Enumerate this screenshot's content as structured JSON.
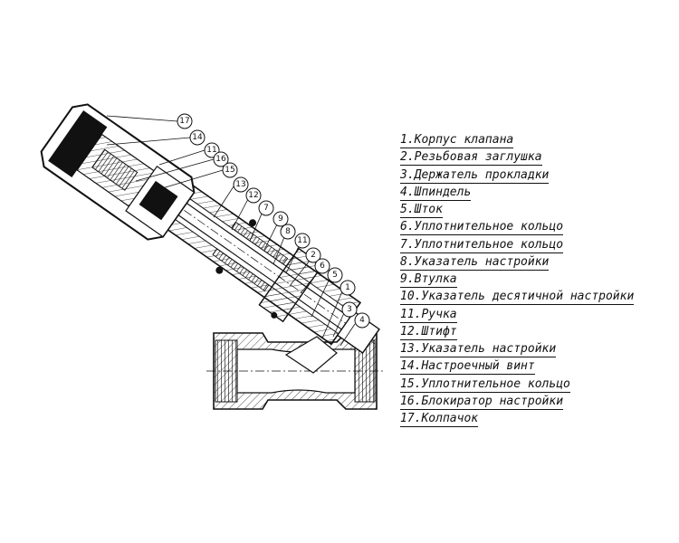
{
  "parts": [
    {
      "num": "1",
      "label": "Корпус клапана"
    },
    {
      "num": "2",
      "label": "Резьбовая заглушка"
    },
    {
      "num": "3",
      "label": "Держатель прокладки"
    },
    {
      "num": "4",
      "label": "Шпиндель"
    },
    {
      "num": "5",
      "label": "Шток"
    },
    {
      "num": "6",
      "label": "Уплотнительное кольцо"
    },
    {
      "num": "7",
      "label": "Уплотнительное кольцо"
    },
    {
      "num": "8",
      "label": "Указатель настройки"
    },
    {
      "num": "9",
      "label": "Втулка"
    },
    {
      "num": "10",
      "label": "Указатель десятичной настройки"
    },
    {
      "num": "11",
      "label": "Ручка"
    },
    {
      "num": "12",
      "label": "Штифт"
    },
    {
      "num": "13",
      "label": "Указатель настройки"
    },
    {
      "num": "14",
      "label": "Настроечный винт"
    },
    {
      "num": "15",
      "label": "Уплотнительное кольцо"
    },
    {
      "num": "16",
      "label": "Блокиратор настройки"
    },
    {
      "num": "17",
      "label": "Колпачок"
    }
  ],
  "callouts": [
    "17",
    "14",
    "11",
    "16",
    "15",
    "13",
    "12",
    "7",
    "9",
    "8",
    "11",
    "2",
    "6",
    "5",
    "1",
    "3",
    "4"
  ]
}
